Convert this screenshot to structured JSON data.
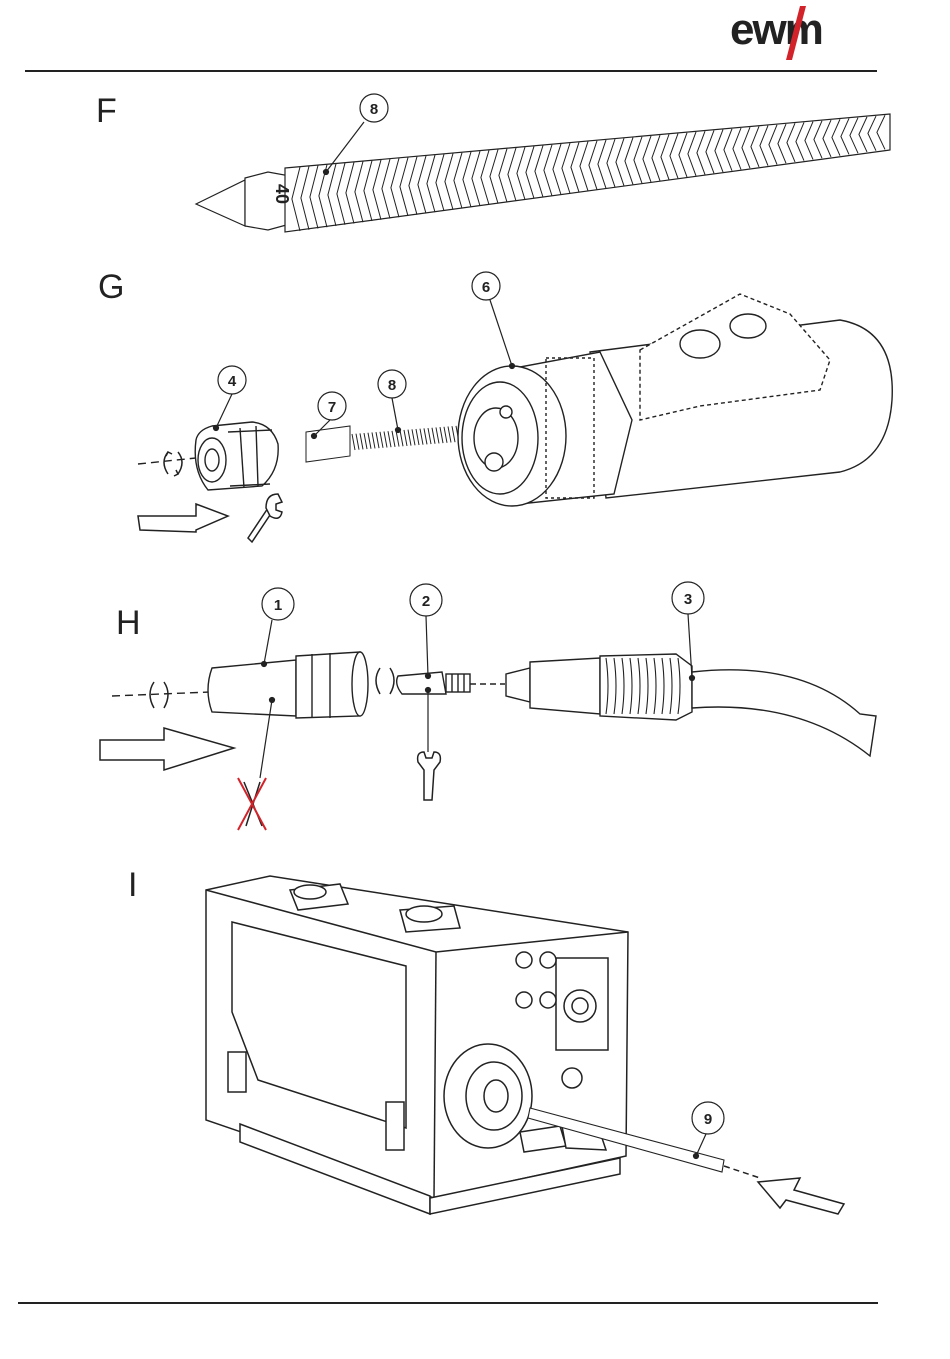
{
  "header": {
    "logo_text": "ewm",
    "brand_color": "#d2232a"
  },
  "sections": [
    {
      "letter": "F",
      "callouts": [
        "8"
      ]
    },
    {
      "letter": "G",
      "callouts": [
        "6",
        "4",
        "7",
        "8"
      ]
    },
    {
      "letter": "H",
      "callouts": [
        "1",
        "2",
        "3"
      ]
    },
    {
      "letter": "I",
      "callouts": [
        "9"
      ]
    }
  ],
  "figure_f": {
    "marking": "40"
  },
  "icons": {
    "rotate": "rotate-arrows-icon",
    "push": "push-arrow-icon",
    "wrench": "wrench-icon",
    "no_pliers": "crossed-pliers-icon"
  }
}
